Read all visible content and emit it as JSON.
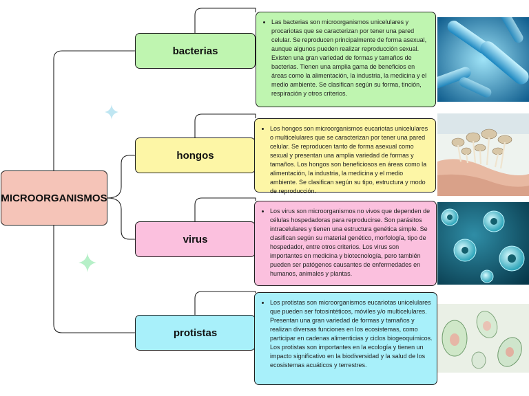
{
  "root": {
    "label": "MICROORGANISMOS"
  },
  "branches": [
    {
      "label": "bacterias",
      "color": "#bff5b0",
      "description": "Las bacterias son microorganismos unicelulares y procariotas que se caracterizan por tener una pared celular. Se reproducen principalmente de forma asexual, aunque algunos pueden realizar reproducción sexual. Existen una gran variedad de formas y tamaños de bacterias. Tienen una amplia gama de beneficios en áreas como la alimentación, la industria, la medicina y el medio ambiente. Se clasifican según su forma, tinción, respiración y otros criterios."
    },
    {
      "label": "hongos",
      "color": "#fdf6a6",
      "description": "Los hongos son microorganismos eucariotas unicelulares o multicelulares que se caracterizan por tener una pared celular. Se reproducen tanto de forma asexual como sexual y presentan una amplia variedad de formas y tamaños. Los hongos son beneficiosos en áreas como la alimentación, la industria, la medicina y el medio ambiente. Se clasifican según su tipo, estructura y modo de reproducción."
    },
    {
      "label": "virus",
      "color": "#fbc0de",
      "description": "Los virus son microorganismos no vivos que dependen de células hospedadoras para reproducirse. Son parásitos intracelulares y tienen una estructura genética simple. Se clasifican según su material genético, morfología, tipo de hospedador, entre otros criterios. Los virus son importantes en medicina y biotecnología, pero también pueden ser patógenos causantes de enfermedades en humanos, animales y plantas."
    },
    {
      "label": "protistas",
      "color": "#a8f0fa",
      "description": "Los protistas son microorganismos eucariotas unicelulares que pueden ser fotosintéticos, móviles y/o multicelulares. Presentan una gran variedad de formas y tamaños y realizan diversas funciones en los ecosistemas, como participar en cadenas alimenticias y ciclos biogeoquímicos. Los protistas son importantes en la ecología y tienen un impacto significativo en la biodiversidad y la salud de los ecosistemas acuáticos y terrestres."
    }
  ],
  "photos": [
    {
      "icon": "bacteria-photo"
    },
    {
      "icon": "mushrooms-in-hand-photo"
    },
    {
      "icon": "virus-particles-photo"
    },
    {
      "icon": "protist-cells-photo"
    }
  ],
  "colors": {
    "root": "#f5c4b8",
    "sparkle_blue": "#bfe6f2",
    "sparkle_green": "#b6f0c8",
    "line": "#1f1f1f"
  }
}
